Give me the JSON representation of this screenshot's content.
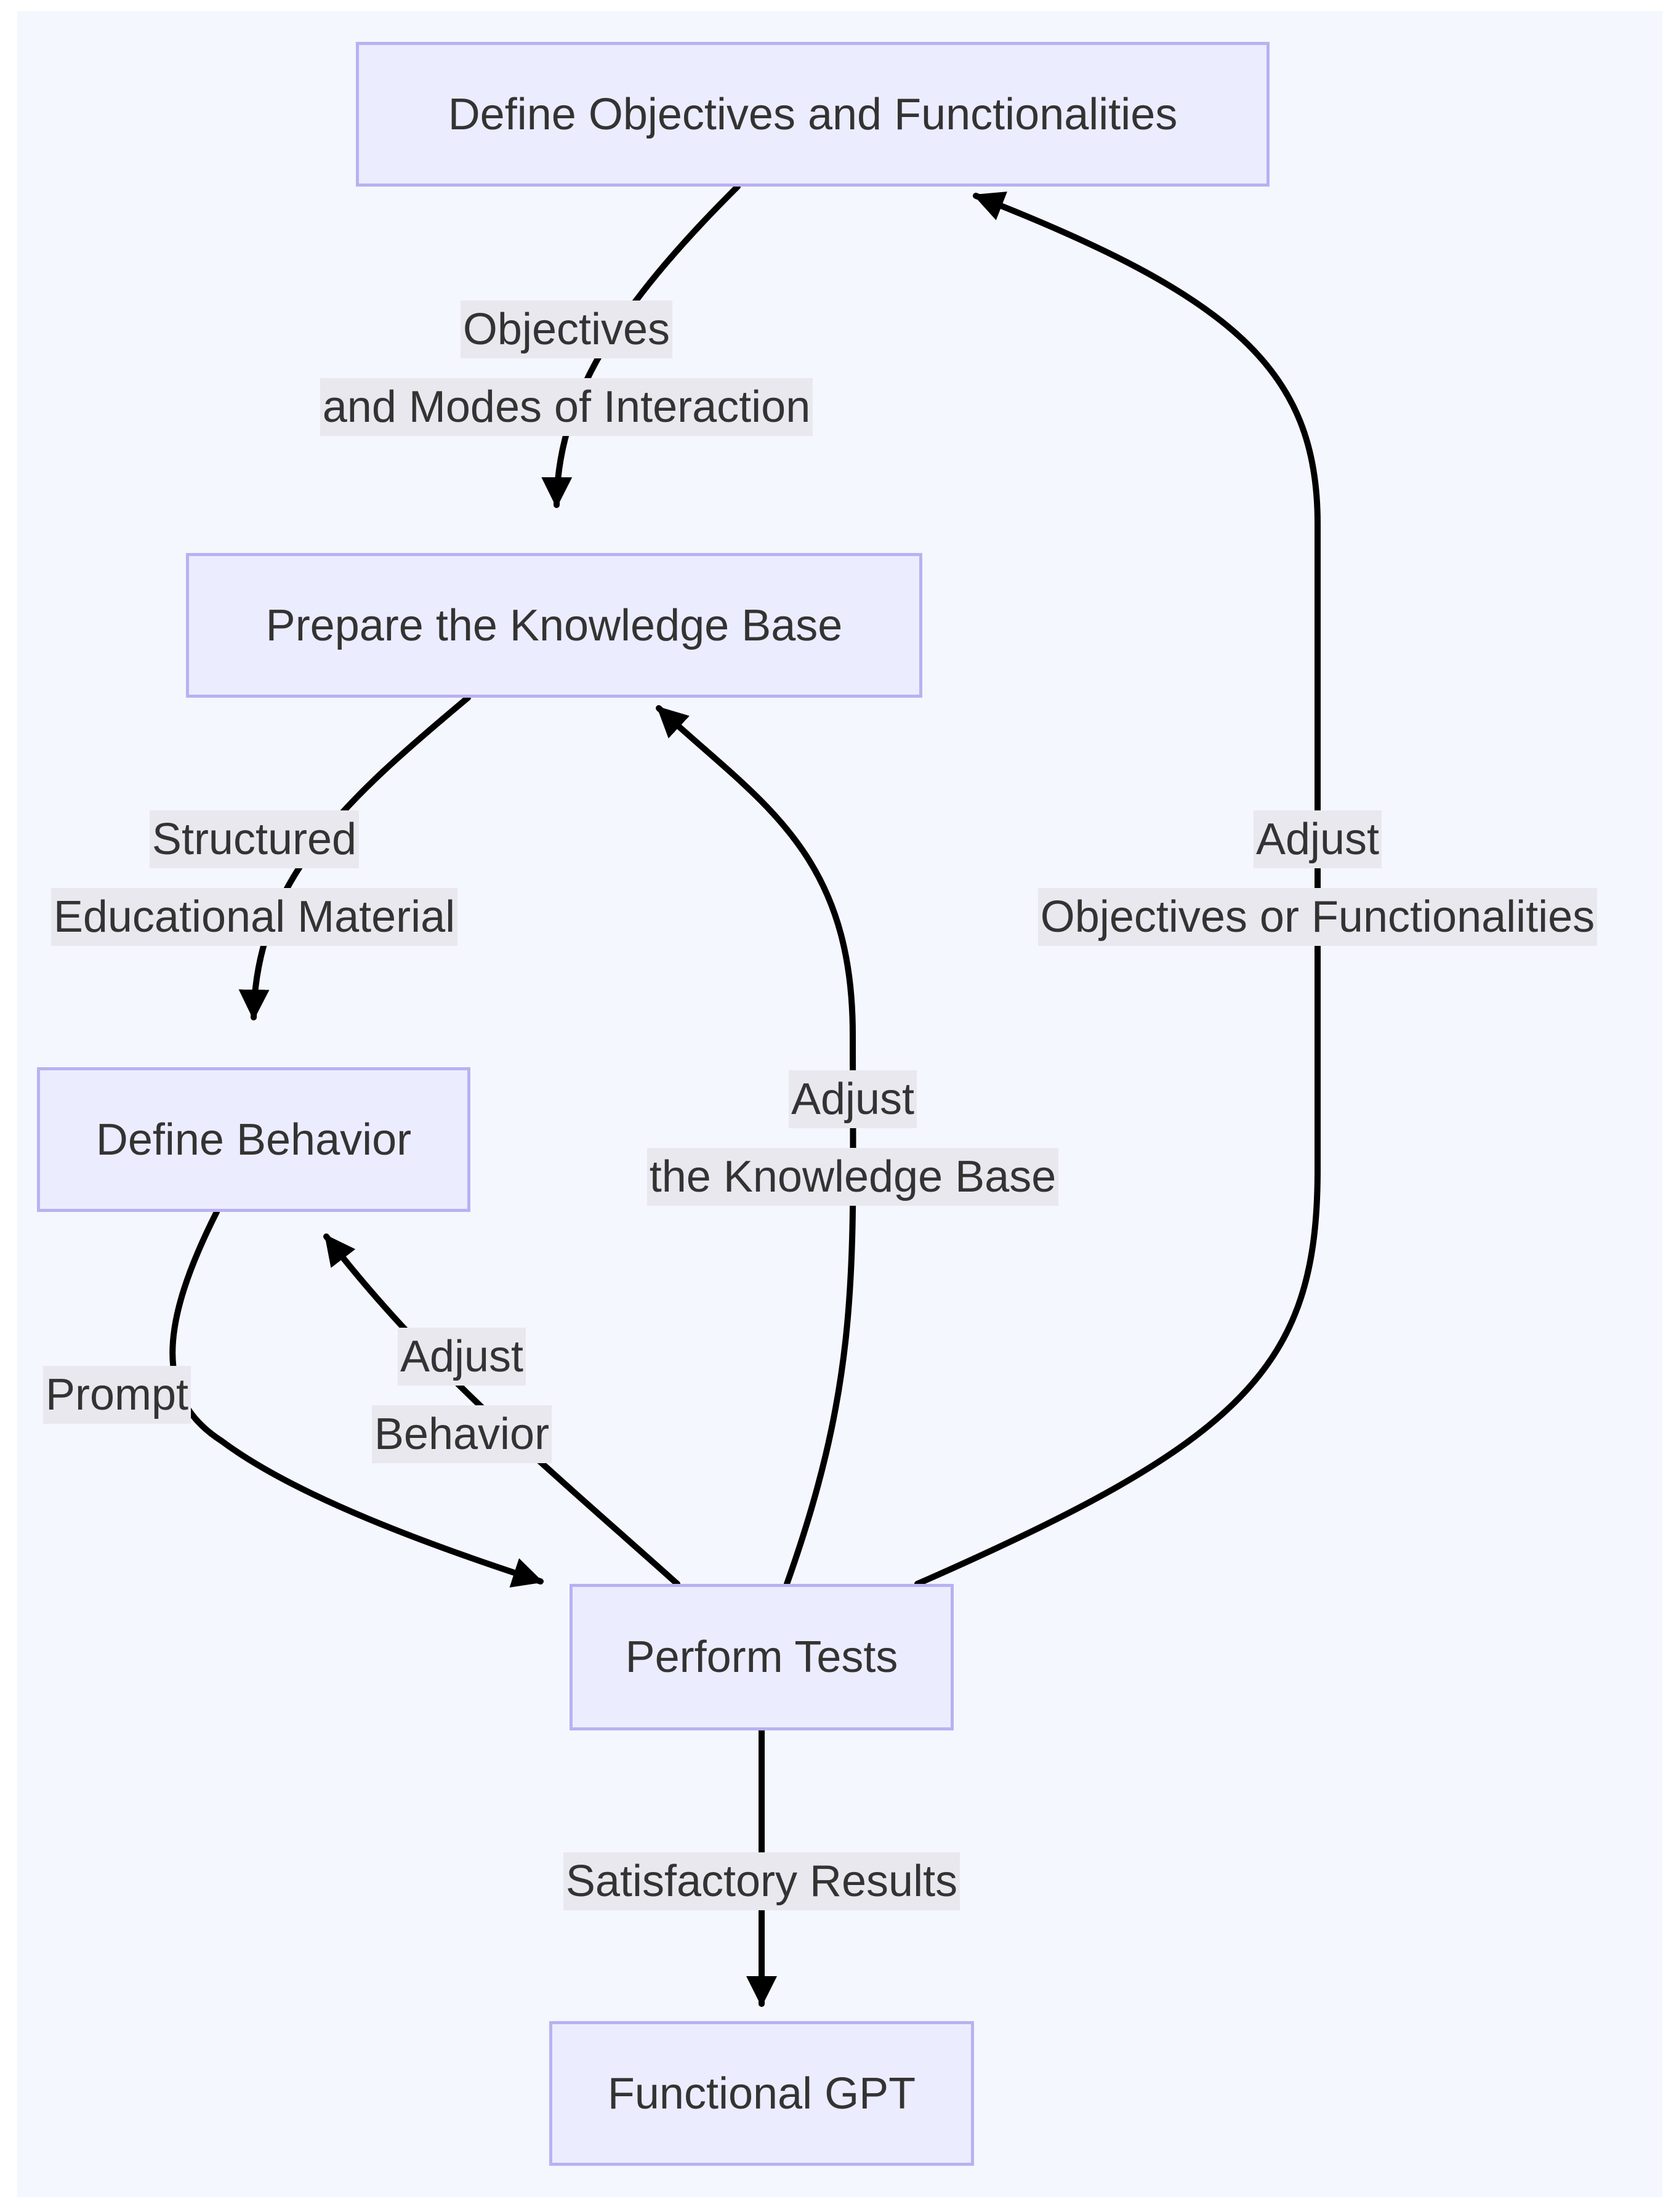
{
  "diagram": {
    "nodes": {
      "define_objectives": "Define Objectives and Functionalities",
      "prepare_kb": "Prepare the Knowledge Base",
      "define_behavior": "Define Behavior",
      "perform_tests": "Perform Tests",
      "functional_gpt": "Functional GPT"
    },
    "edges": {
      "objectives_line1": "Objectives",
      "objectives_line2": "and Modes of Interaction",
      "structured_line1": "Structured",
      "structured_line2": "Educational Material",
      "prompt": "Prompt",
      "adjust_behavior_line1": "Adjust",
      "adjust_behavior_line2": "Behavior",
      "adjust_kb_line1": "Adjust",
      "adjust_kb_line2": "the Knowledge Base",
      "adjust_obj_line1": "Adjust",
      "adjust_obj_line2": "Objectives or Functionalities",
      "satisfactory": "Satisfactory Results"
    },
    "colors": {
      "panel_background": "#f5f7fe",
      "node_fill": "#ececff",
      "node_border": "#b7b2f2",
      "edge_stroke": "#000000",
      "label_background": "#e8e8ee",
      "text": "#333333"
    }
  }
}
